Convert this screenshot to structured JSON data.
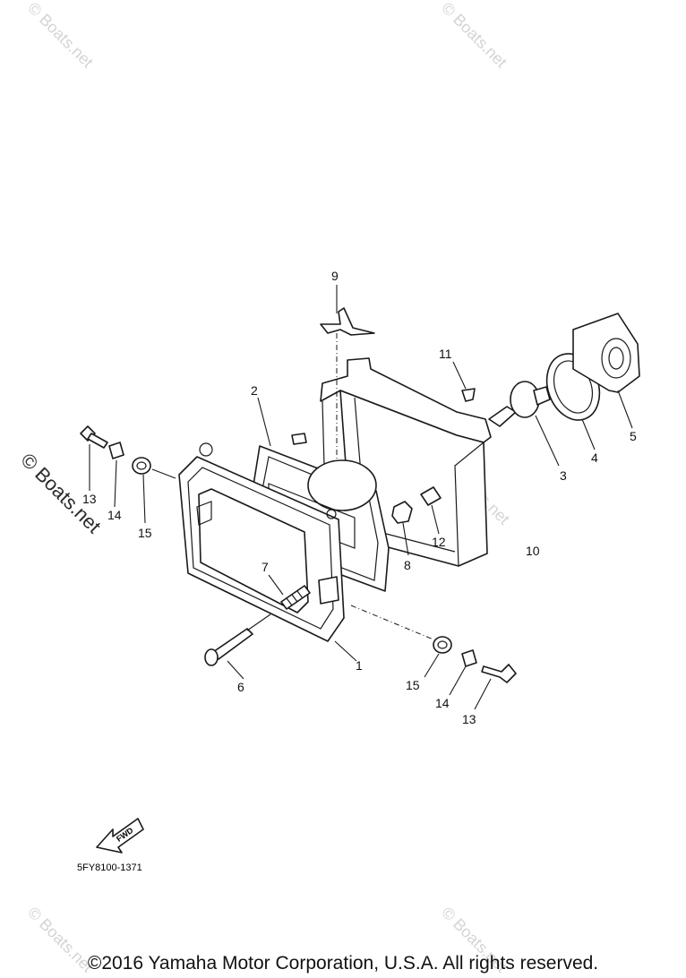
{
  "watermark": {
    "text": "© Boats.net"
  },
  "callouts": {
    "c1": "1",
    "c2": "2",
    "c3": "3",
    "c4": "4",
    "c5": "5",
    "c6": "6",
    "c7": "7",
    "c8": "8",
    "c9": "9",
    "c10": "10",
    "c11": "11",
    "c12": "12",
    "c13a": "13",
    "c14a": "14",
    "c15a": "15",
    "c13b": "13",
    "c14b": "14",
    "c15b": "15"
  },
  "fwd_label": "FWD",
  "diagram_code": "5FY8100-1371",
  "footer": {
    "copyright": "©2016 Yamaha Motor Corporation, U.S.A. All rights reserved."
  }
}
